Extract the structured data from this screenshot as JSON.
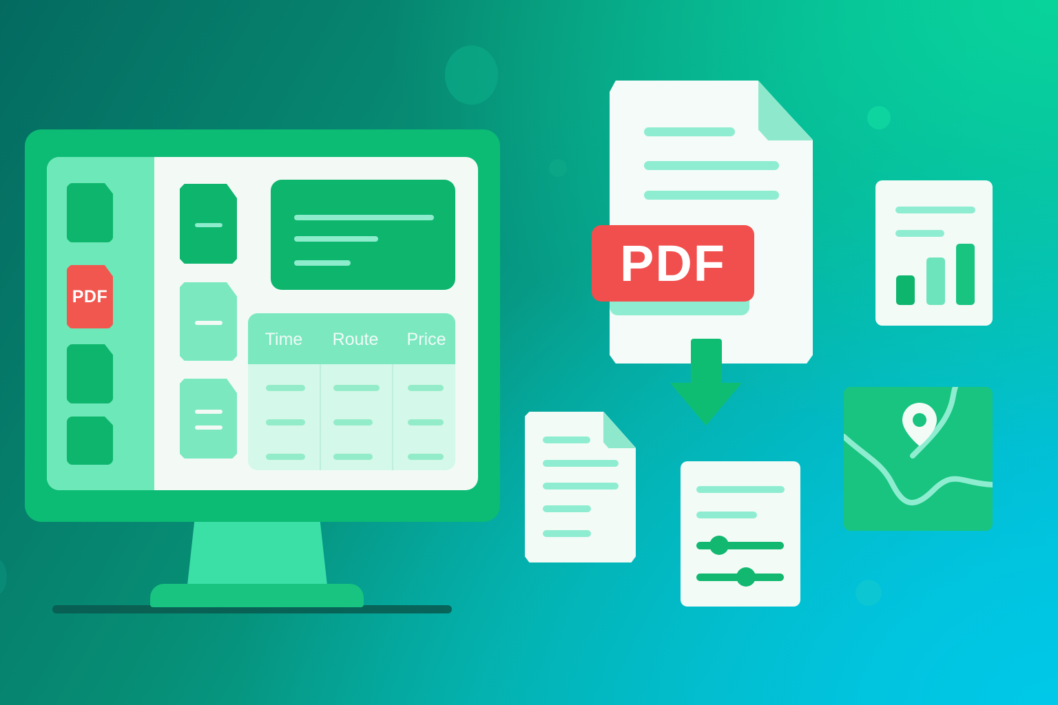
{
  "monitor": {
    "sidebar_pdf_label": "PDF",
    "table": {
      "headers": [
        "Time",
        "Route",
        "Price"
      ]
    }
  },
  "document": {
    "pdf_label": "PDF"
  },
  "colors": {
    "accent_green": "#0db56d",
    "light_green": "#8eedd0",
    "pdf_red": "#f14f4d",
    "background_teal": "#078c74",
    "background_cyan": "#02bcd0"
  },
  "icons": [
    "document-icon",
    "pdf-icon",
    "download-arrow-icon",
    "bar-chart-icon",
    "settings-sliders-icon",
    "map-pin-icon"
  ]
}
